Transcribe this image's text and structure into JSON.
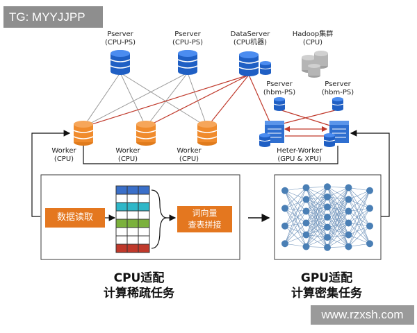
{
  "watermarks": {
    "top_left": "TG: MYYJJPP",
    "bottom_right": "www.rzxsh.com"
  },
  "nodes": {
    "pserver1": {
      "name": "Pserver",
      "sub": "(CPU-PS)"
    },
    "pserver2": {
      "name": "Pserver",
      "sub": "(CPU-PS)"
    },
    "dataserver": {
      "name": "DataServer",
      "sub": "(CPU机器)"
    },
    "hadoop": {
      "name": "Hadoop集群",
      "sub": "(CPU)"
    },
    "pserver_hbm1": {
      "name": "Pserver",
      "sub": "(hbm-PS)"
    },
    "pserver_hbm2": {
      "name": "Pserver",
      "sub": "(hbm-PS)"
    },
    "worker1": {
      "name": "Worker",
      "sub": "(CPU)"
    },
    "worker2": {
      "name": "Worker",
      "sub": "(CPU)"
    },
    "worker3": {
      "name": "Worker",
      "sub": "(CPU)"
    },
    "heter_worker": {
      "name": "Heter-Worker",
      "sub": "(GPU & XPU)"
    }
  },
  "cpu_panel": {
    "read_label": "数据读取",
    "lookup_line1": "词向量",
    "lookup_line2": "查表拼接",
    "caption_line1": "CPU适配",
    "caption_line2": "计算稀疏任务"
  },
  "gpu_panel": {
    "caption_line1": "GPU适配",
    "caption_line2": "计算密集任务"
  },
  "colors": {
    "blue_db": "#1f5fc4",
    "orange_worker": "#f08b2c",
    "gray_db": "#b5b5b5",
    "red_link": "#c0392b",
    "orange_box": "#e4771f",
    "nn_node": "#4a7fb5"
  }
}
